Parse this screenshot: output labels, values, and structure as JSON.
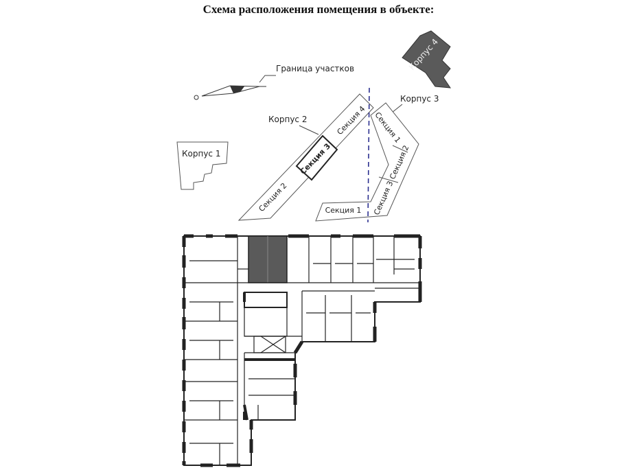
{
  "header": {
    "title": "Схема расположения помещения в объекте:"
  },
  "site_plan": {
    "boundary_label": "Граница участков",
    "buildings": [
      {
        "name": "Корпус 1"
      },
      {
        "name": "Корпус 2",
        "sections": [
          "Секция 2",
          "Секция 3",
          "Секция 4"
        ]
      },
      {
        "name": "Корпус 3",
        "sections": [
          "Секция 1",
          "Секция 2",
          "Секция 3",
          "Секция 1"
        ]
      },
      {
        "name": "Корпус 4"
      }
    ],
    "highlighted_section": "Секция 3",
    "colors": {
      "line": "#444444",
      "boundary": "#2b2f8f",
      "highlight": "#5a5a5a",
      "wall": "#1a1a1a"
    }
  },
  "floor_plan": {
    "highlight_color": "#5a5a5a"
  }
}
